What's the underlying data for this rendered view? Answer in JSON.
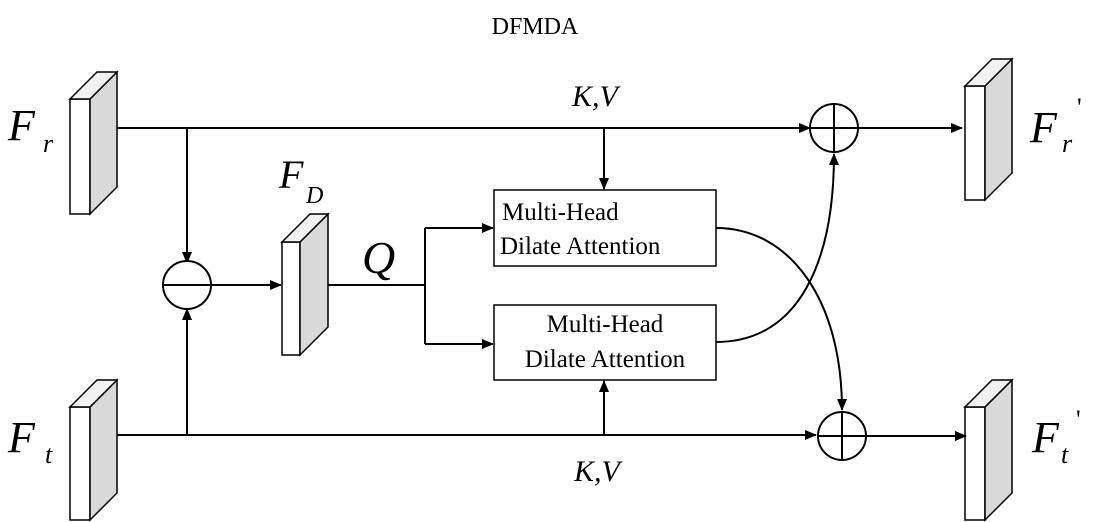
{
  "title": "DFMDA",
  "labels": {
    "fr_main": "F",
    "fr_sub": "r",
    "ft_main": "F",
    "ft_sub": "t",
    "fd_main": "F",
    "fd_sub": "D",
    "q": "Q",
    "kv_top": "K,V",
    "kv_bottom": "K,V",
    "fr_out_main": "F",
    "fr_out_sub": "r",
    "fr_out_prime": "'",
    "ft_out_main": "F",
    "ft_out_sub": "t",
    "ft_out_prime": "'"
  },
  "blocks": {
    "attention_top": {
      "line1": "Multi-Head",
      "line2": "Dilate Attention"
    },
    "attention_bottom": {
      "line1": "Multi-Head",
      "line2": "Dilate Attention"
    }
  },
  "colors": {
    "line": "#000000",
    "tensor_front": "#ffffff",
    "tensor_side": "#d9d9d9"
  }
}
